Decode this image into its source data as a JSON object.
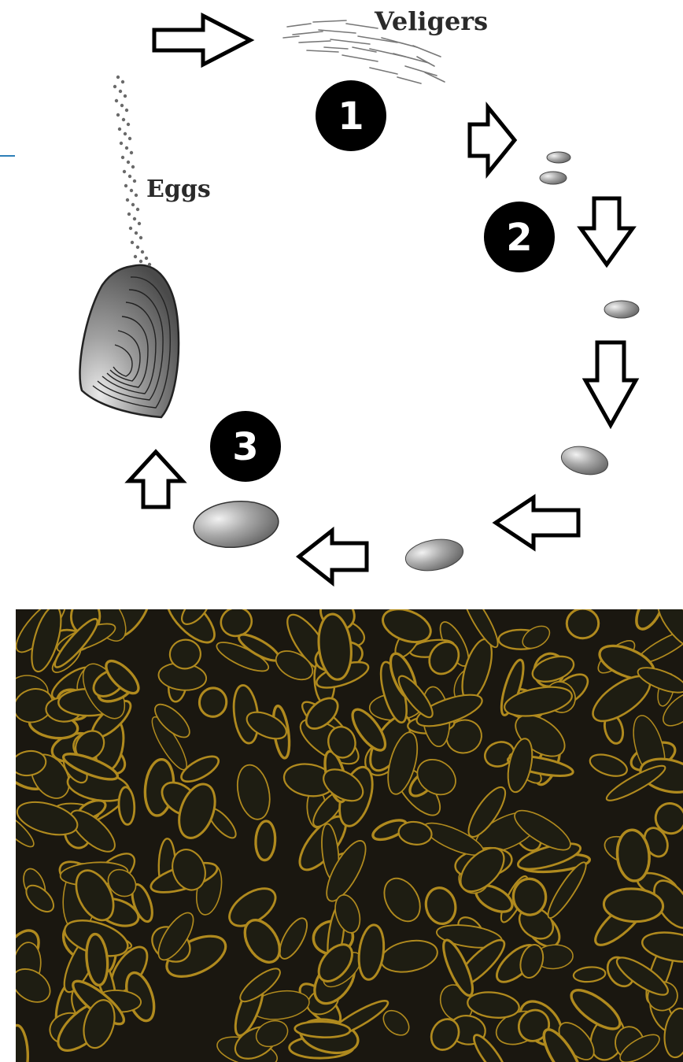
{
  "diagram": {
    "labels": {
      "veligers": "Veligers",
      "eggs": "Eggs"
    },
    "steps": {
      "one": "1",
      "two": "2",
      "three": "3"
    },
    "colors": {
      "step_badge": "#000000",
      "arrow_stroke": "#000000",
      "shell_gray": "#8a8a8a",
      "accent_line": "#2d7fb8"
    }
  },
  "photo": {
    "subject": "mussel-cluster-photo",
    "colors": {
      "background": "#1a1710",
      "shell_dark": "#1e1d12",
      "shell_rim": "#b08a1e"
    }
  }
}
